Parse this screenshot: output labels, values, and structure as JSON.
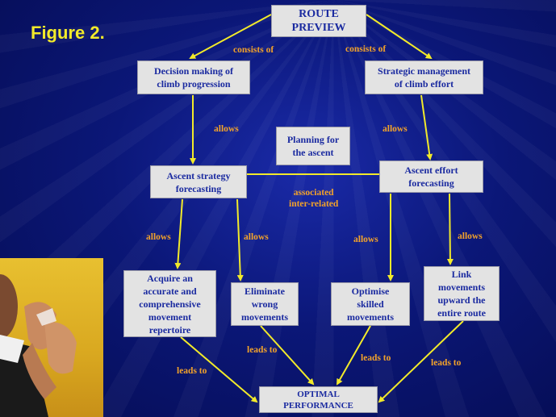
{
  "figure_label": "Figure 2.",
  "nodes": {
    "route_preview": "ROUTE\nPREVIEW",
    "decision_making": "Decision making of\nclimb progression",
    "strategic_management": "Strategic management\nof climb effort",
    "planning": "Planning for\nthe ascent",
    "ascent_strategy": "Ascent strategy\nforecasting",
    "ascent_effort": "Ascent effort\nforecasting",
    "acquire": "Acquire an\naccurate and\ncomprehensive\nmovement\nrepertoire",
    "eliminate": "Eliminate\nwrong\nmovements",
    "optimise": "Optimise\nskilled\nmovements",
    "link": "Link\nmovements\nupward the\nentire route",
    "optimal": "OPTIMAL\nPERFORMANCE"
  },
  "edge_labels": {
    "consists_left": "consists of",
    "consists_right": "consists of",
    "allows_left_top": "allows",
    "allows_right_top": "allows",
    "associated": "associated\ninter-related",
    "allows_1": "allows",
    "allows_2": "allows",
    "allows_3": "allows",
    "allows_4": "allows",
    "leads_1": "leads to",
    "leads_2": "leads to",
    "leads_3": "leads to",
    "leads_4": "leads to"
  },
  "colors": {
    "background": "#0b1778",
    "arrow": "#f2ea2a",
    "edge_label": "#f2a22a",
    "box_text": "#1a2aa0",
    "figure_label": "#f2ea2a"
  }
}
